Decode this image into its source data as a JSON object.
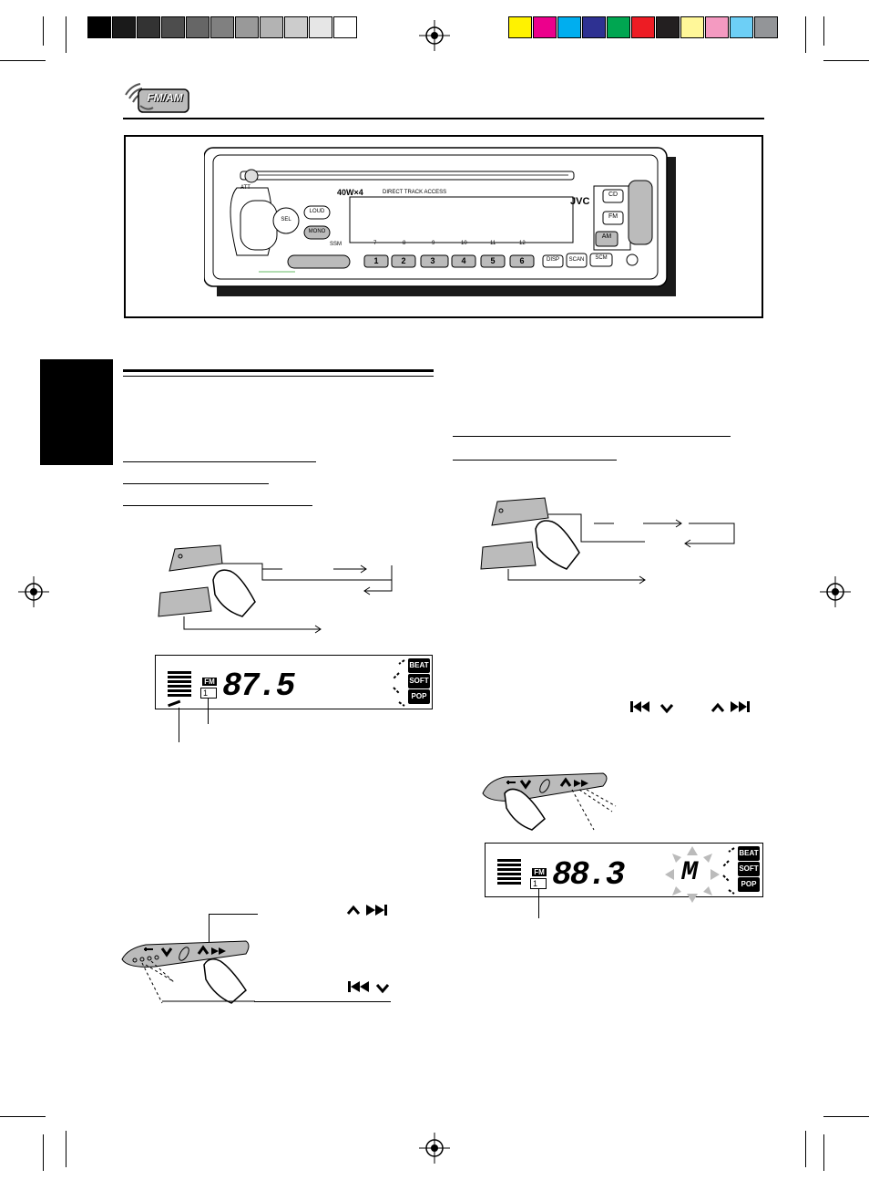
{
  "header": {
    "badge_label": "FM/AM"
  },
  "print_marks": {
    "gray_swatches": [
      "#000000",
      "#1a1a1a",
      "#333333",
      "#4d4d4d",
      "#666666",
      "#808080",
      "#999999",
      "#b3b3b3",
      "#cccccc",
      "#e6e6e6",
      "#ffffff"
    ],
    "color_swatches": [
      "#fff200",
      "#ec008c",
      "#00aeef",
      "#2e3192",
      "#00a651",
      "#ed1c24",
      "#231f20",
      "#fff799",
      "#f49ac1",
      "#6dcff6",
      "#939598"
    ]
  },
  "radio_unit": {
    "brand": "JVC",
    "power_label": "40W×4",
    "feature_label": "DIRECT TRACK ACCESS",
    "att_label": "ATT",
    "loud_label": "LOUD",
    "mono_label": "MONO",
    "sel_label": "SEL",
    "sound_label": "SSM",
    "cd_label": "CD",
    "fm_label": "FM",
    "am_label": "AM",
    "disp_label": "DISP",
    "scan_label": "SCAN",
    "scm_label": "SCM",
    "direct_numbers": [
      "7",
      "8",
      "9",
      "10",
      "11",
      "12"
    ],
    "preset_buttons": [
      "1",
      "2",
      "3",
      "4",
      "5",
      "6"
    ]
  },
  "display_left": {
    "band": "FM",
    "band_number": "1",
    "frequency": "87.5",
    "modes": [
      "BEAT",
      "SOFT",
      "POP"
    ]
  },
  "display_right": {
    "band": "FM",
    "band_number": "1",
    "frequency": "88.3",
    "memory_indicator": "M",
    "modes": [
      "BEAT",
      "SOFT",
      "POP"
    ]
  }
}
